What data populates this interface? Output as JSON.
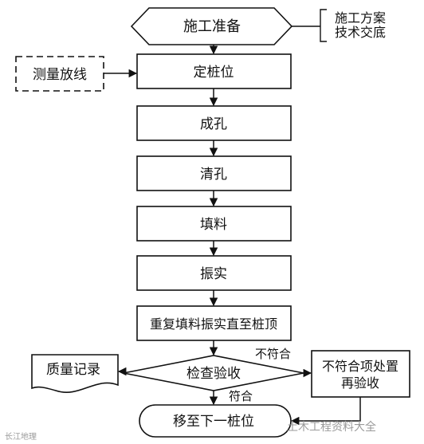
{
  "diagram": {
    "nodes": {
      "prep": "施工准备",
      "plan_line1": "施工方案",
      "plan_line2": "技术交底",
      "survey": "测量放线",
      "pile_position": "定桩位",
      "drill": "成孔",
      "clean": "清孔",
      "fill": "填料",
      "vibrate": "振实",
      "repeat": "重复填料振实直至桩顶",
      "inspect": "检查验收",
      "record": "质量记录",
      "fix_line1": "不符合项处置",
      "fix_line2": "再验收",
      "next": "移至下一桩位"
    },
    "edge_labels": {
      "fail": "不符合",
      "pass": "符合"
    }
  },
  "watermarks": {
    "bottom_right": "土木工程资料大全",
    "bottom_left": "长江地理"
  },
  "colors": {
    "stroke": "#111111",
    "text": "#111111",
    "watermark": "#9a9a9a",
    "background": "#ffffff"
  }
}
